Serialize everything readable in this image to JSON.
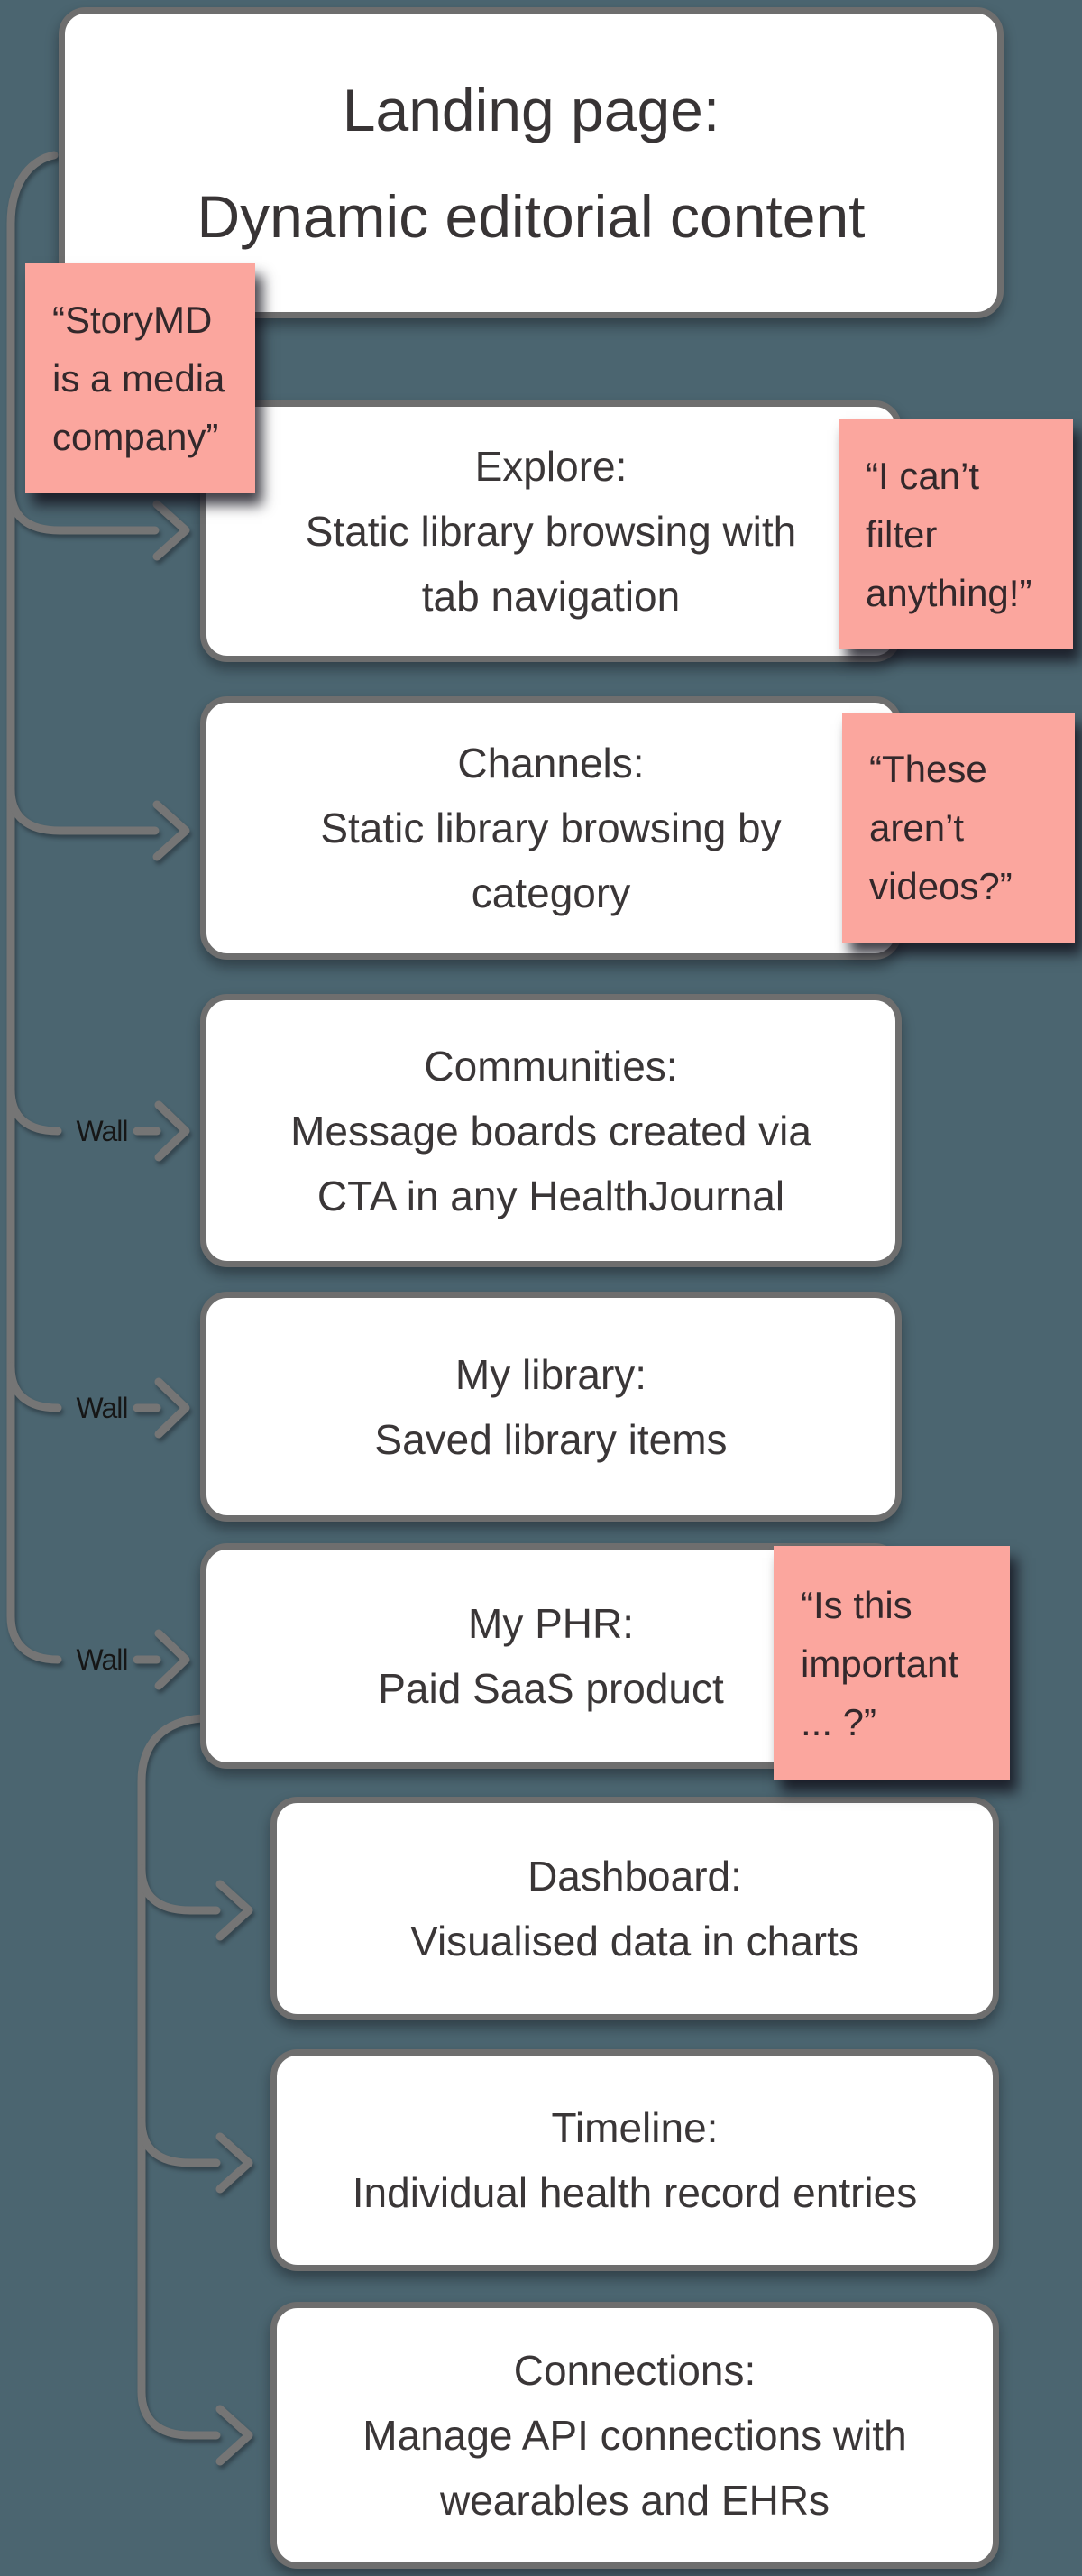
{
  "app": "whiteboard-sitemap-diagram",
  "colors": {
    "background": "#4B6570",
    "connector": "#757575",
    "node_border": "#6E6E6E",
    "node_fill": "#FFFFFF",
    "note_fill": "#FBA69E",
    "node_text": "#3A3637",
    "note_text": "#33282B"
  },
  "title_box": {
    "text": "Landing page:\nDynamic editorial content"
  },
  "wall_label": "Wall",
  "nodes": [
    {
      "id": "explore",
      "text": "Explore:\nStatic library browsing with\ntab navigation"
    },
    {
      "id": "channels",
      "text": "Channels:\nStatic library browsing by\ncategory"
    },
    {
      "id": "communities",
      "text": "Communities:\nMessage boards created via\nCTA in any HealthJournal"
    },
    {
      "id": "my-library",
      "text": "My library:\nSaved library items"
    },
    {
      "id": "my-phr",
      "text": "My PHR:\nPaid SaaS product"
    },
    {
      "id": "dashboard",
      "text": "Dashboard:\nVisualised data in charts"
    },
    {
      "id": "timeline",
      "text": "Timeline:\nIndividual health record entries"
    },
    {
      "id": "connections",
      "text": "Connections:\nManage API connections with\nwearables and EHRs"
    }
  ],
  "notes": [
    {
      "id": "note-storymd",
      "text": "“StoryMD\nis a media\ncompany”"
    },
    {
      "id": "note-filter",
      "text": "“I can’t\nfilter\nanything!”"
    },
    {
      "id": "note-videos",
      "text": "“These\naren’t\nvideos?”"
    },
    {
      "id": "note-important",
      "text": "“Is this\nimportant\n... ?”"
    }
  ]
}
